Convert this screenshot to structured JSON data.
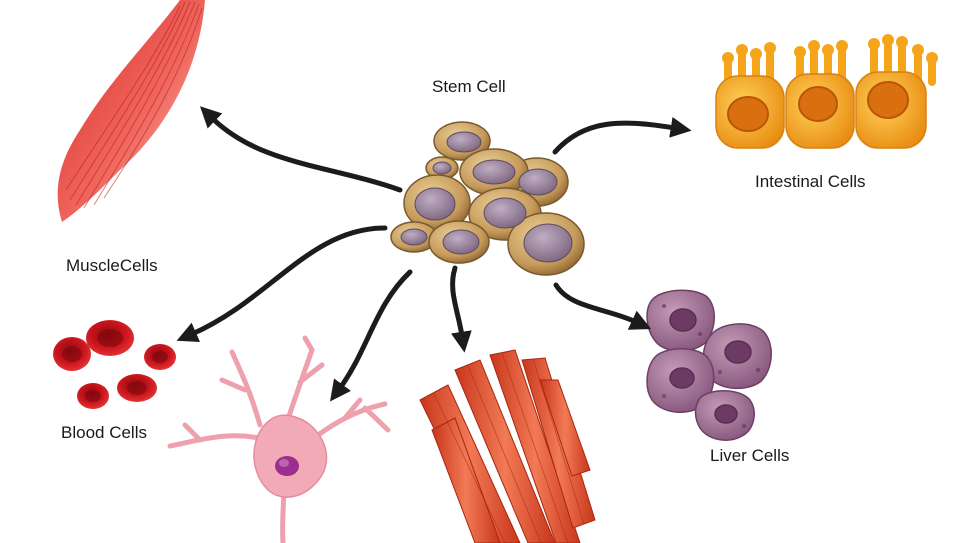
{
  "diagram": {
    "center": {
      "label": "Stem Cell"
    },
    "targets": [
      {
        "key": "muscle",
        "label": "MuscleCells"
      },
      {
        "key": "intestinal",
        "label": "Intestinal Cells"
      },
      {
        "key": "blood",
        "label": "Blood Cells"
      },
      {
        "key": "liver",
        "label": "Liver Cells"
      },
      {
        "key": "nerve",
        "label": ""
      },
      {
        "key": "muscle-fibers",
        "label": ""
      }
    ]
  },
  "colors": {
    "arrow": "#1c1c1c",
    "stem_cell": "#c79b5c",
    "stem_nucleus": "#8c7591",
    "muscle": "#e8473f",
    "intestinal": "#f2a21c",
    "blood": "#c8101a",
    "nerve": "#f0a6b0",
    "nerve_nucleus": "#9b2f8f",
    "fibers": "#e0502f",
    "liver": "#9a6b8e"
  }
}
